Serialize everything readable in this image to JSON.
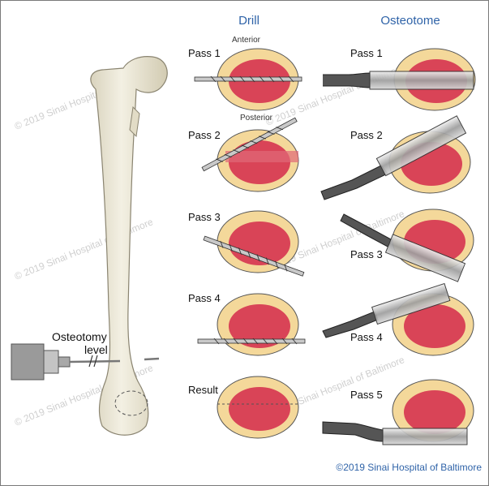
{
  "headers": {
    "drill": "Drill",
    "osteotome": "Osteotome"
  },
  "drill_annotations": {
    "anterior": "Anterior",
    "posterior": "Posterior"
  },
  "drill_steps": [
    "Pass 1",
    "Pass 2",
    "Pass 3",
    "Pass 4",
    "Result"
  ],
  "osteotome_steps": [
    "Pass 1",
    "Pass 2",
    "Pass 3",
    "Pass 4",
    "Pass 5"
  ],
  "femur_label": {
    "line1": "Osteotomy",
    "line2": "level"
  },
  "watermark": "© 2019 Sinai Hospital of Baltimore",
  "copyright": "©2019 Sinai Hospital of Baltimore",
  "colors": {
    "accent": "#2f63a8",
    "bone": "#eeead8",
    "cortex": "#f4d89a",
    "marrow": "#d94457",
    "metal": "#b7b7b7"
  }
}
